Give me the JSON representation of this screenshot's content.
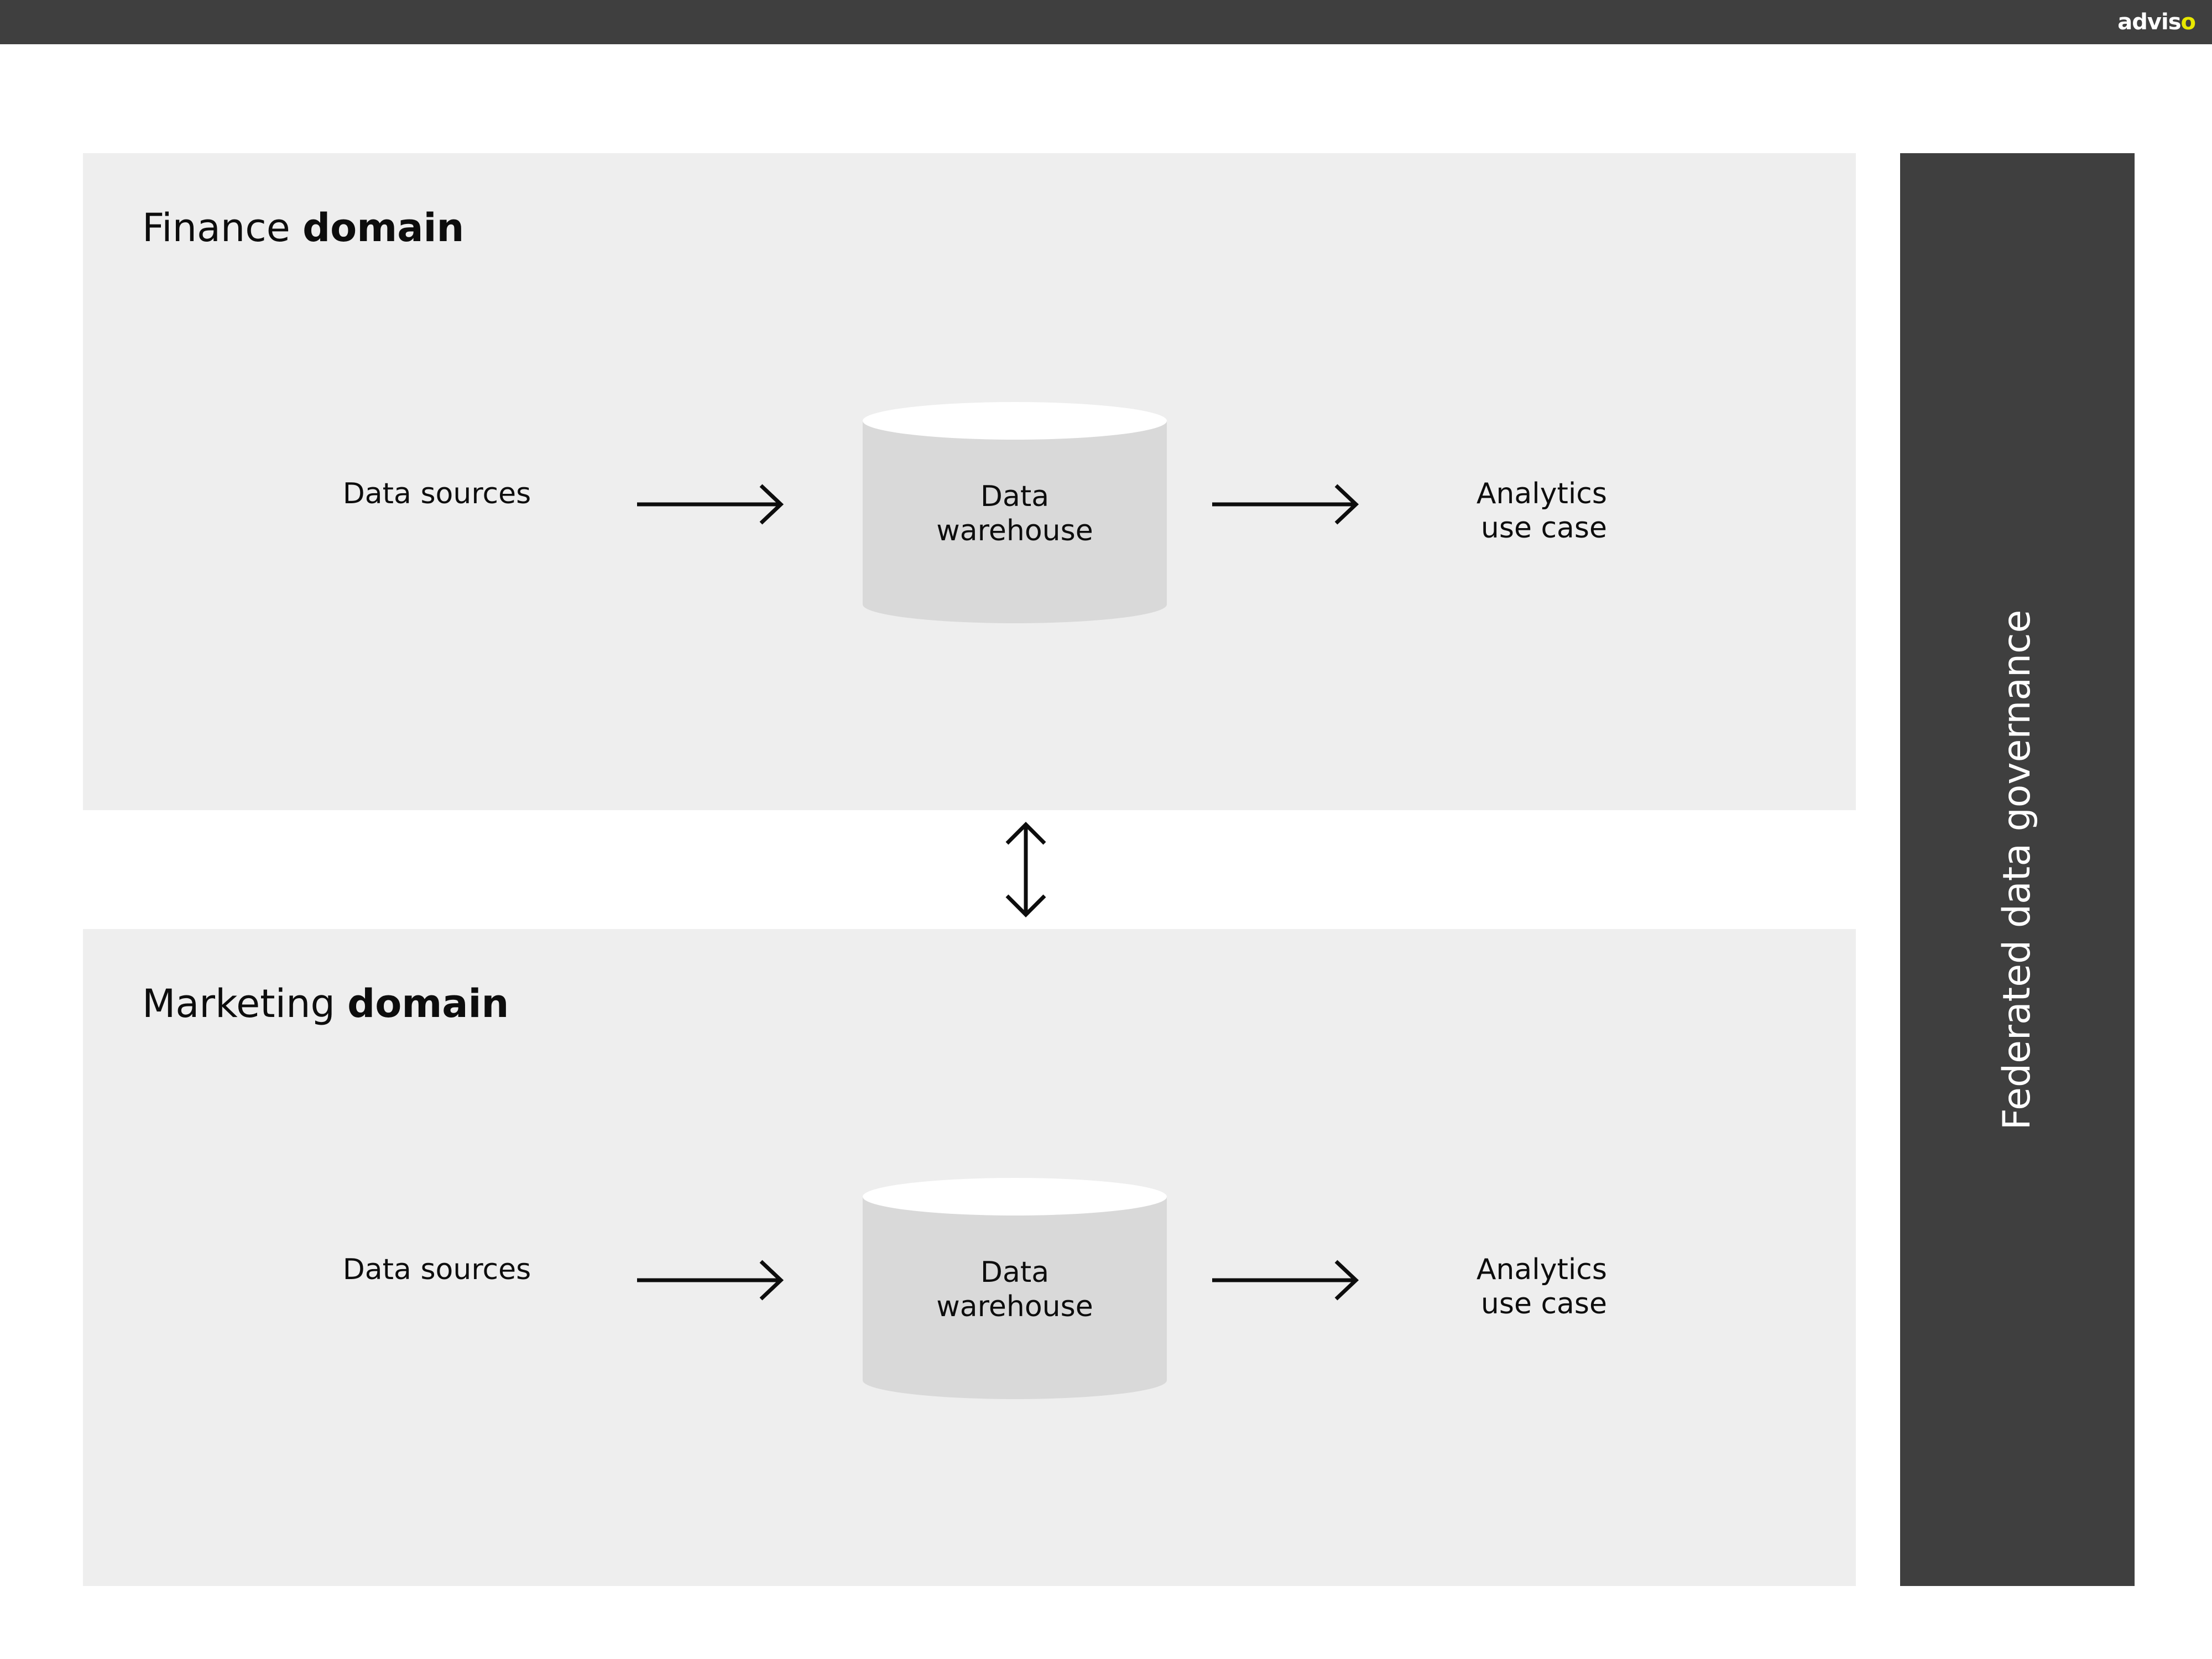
{
  "header": {
    "logo_text": "advis",
    "logo_accent": "o",
    "accent_color": "#e8e800"
  },
  "domains": [
    {
      "title_regular": "Finance",
      "title_bold": "domain",
      "sources_label": "Data sources",
      "warehouse_line1": "Data",
      "warehouse_line2": "warehouse",
      "analytics_line1": "Analytics",
      "analytics_line2": "use case"
    },
    {
      "title_regular": "Marketing",
      "title_bold": "domain",
      "sources_label": "Data sources",
      "warehouse_line1": "Data",
      "warehouse_line2": "warehouse",
      "analytics_line1": "Analytics",
      "analytics_line2": "use case"
    }
  ],
  "governance": {
    "label": "Federated data governance"
  },
  "icons": {
    "flow_arrow": "arrow-right-icon",
    "cross_domain_arrow": "double-arrow-vertical-icon",
    "warehouse": "database-cylinder-icon"
  },
  "colors": {
    "topbar": "#3f3f3f",
    "domain_panel": "#eeeeee",
    "cylinder_body": "#d9d9d9",
    "cylinder_top": "#ffffff",
    "governance_panel": "#3f3f3f"
  }
}
